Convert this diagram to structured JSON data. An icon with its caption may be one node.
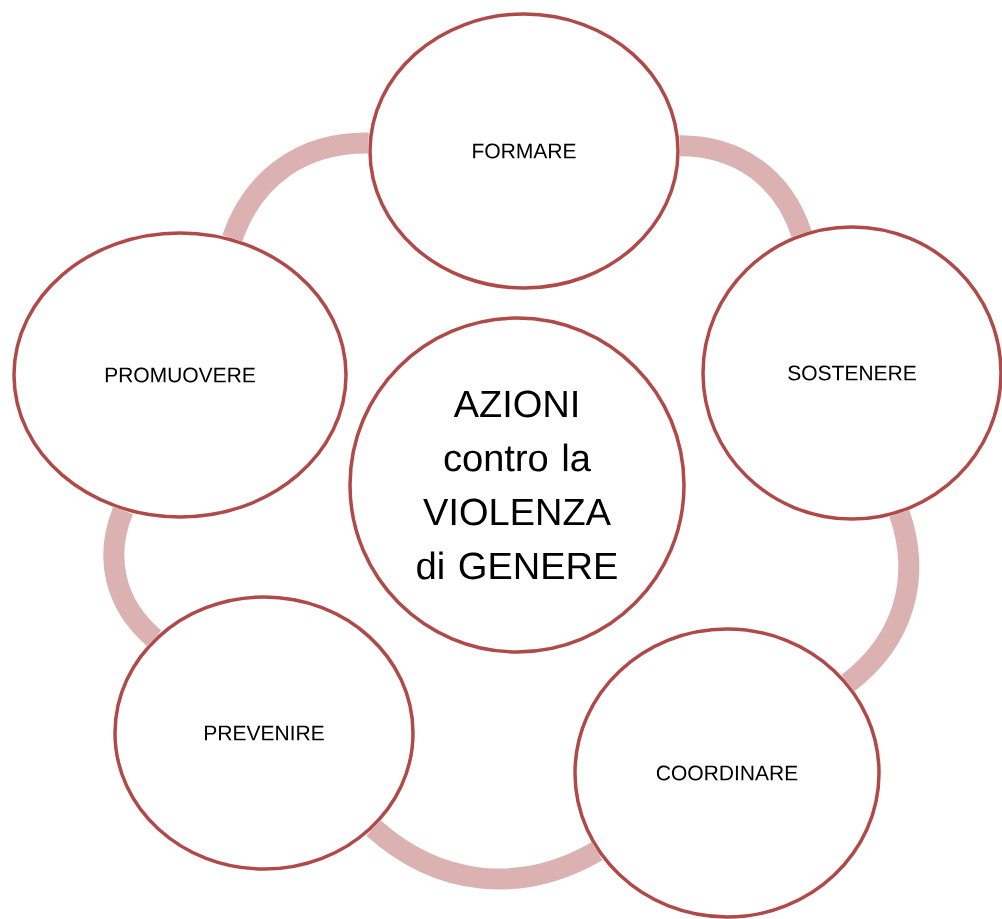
{
  "diagram": {
    "nodes": [
      {
        "text": [
          "AZIONI contro la VIOLENZA di GENERE"
        ]
      },
      {
        "text": [
          "FORMARE"
        ]
      },
      {
        "text": [
          "SOSTENERE"
        ]
      },
      {
        "text": [
          "COORDINARE"
        ]
      },
      {
        "text": [
          "PREVENIRE"
        ]
      },
      {
        "text": [
          "PROMUOVERE"
        ]
      }
    ],
    "edges": [
      {
        "from": 1,
        "to": 2,
        "arrow": "none"
      },
      {
        "from": 2,
        "to": 3,
        "arrow": "none"
      },
      {
        "from": 3,
        "to": 4,
        "arrow": "none"
      },
      {
        "from": 4,
        "to": 5,
        "arrow": "none"
      },
      {
        "from": 5,
        "to": 1,
        "arrow": "none"
      }
    ]
  }
}
